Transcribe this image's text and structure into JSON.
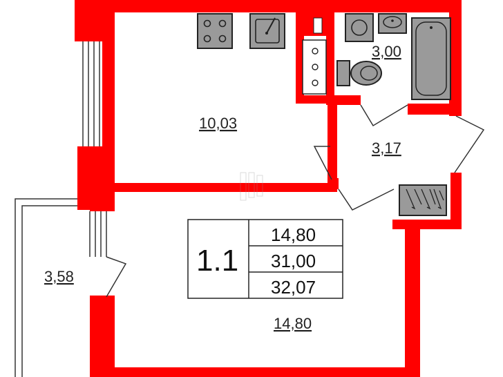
{
  "plan": {
    "colors": {
      "wall": "#ff0000",
      "fixture_fill": "#9a9a9a",
      "line": "#222222",
      "background": "#ffffff"
    },
    "rooms": [
      {
        "id": "kitchen",
        "area": "10,03"
      },
      {
        "id": "bathroom",
        "area": "3,00"
      },
      {
        "id": "hallway",
        "area": "3,17"
      },
      {
        "id": "balcony",
        "area": "3,58"
      },
      {
        "id": "living-room",
        "area": "14,80"
      }
    ],
    "unit_card": {
      "number": "1.1",
      "living_area": "14,80",
      "total_area": "31,00",
      "area_with_balcony": "32,07"
    },
    "fixtures": [
      "stove-icon",
      "sink-icon",
      "dishwasher-icon",
      "washing-machine-icon",
      "washbasin-icon",
      "toilet-icon",
      "bathtub-icon",
      "wardrobe-icon"
    ]
  }
}
